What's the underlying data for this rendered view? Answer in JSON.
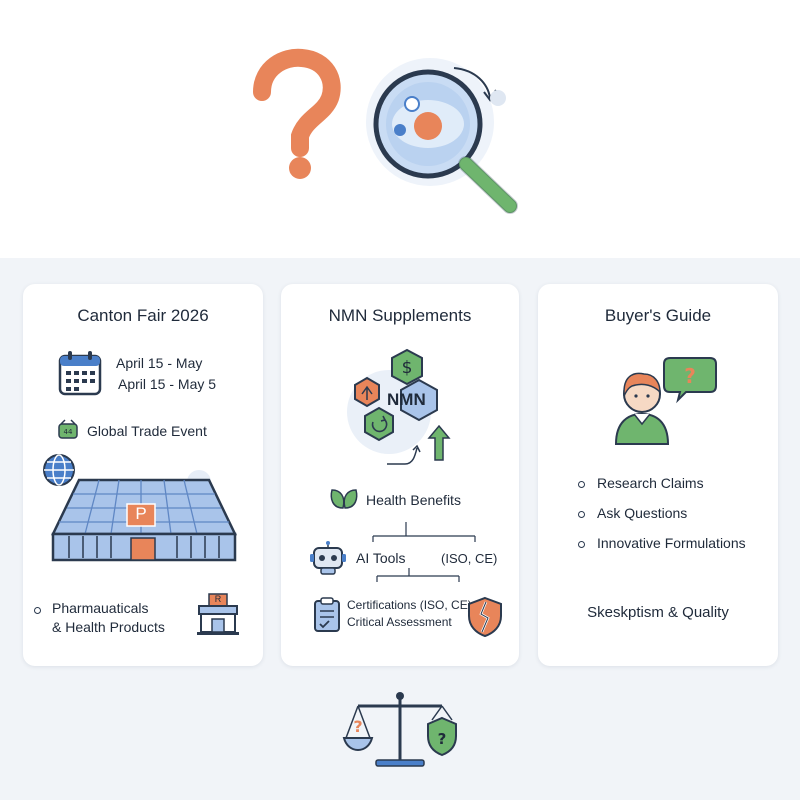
{
  "card1": {
    "title": "Canton Fair 2026",
    "date_line1": "April 15 - May",
    "date_line2": "April 15 - May 5",
    "event": "Global Trade Event",
    "building_sign": "P",
    "store_sign": "R",
    "bullet_line1": "Pharmauaticals",
    "bullet_line2": "& Health Products"
  },
  "card2": {
    "title": "NMN Supplements",
    "hex_label": "NMN",
    "health": "Health Benefits",
    "ai_tools": "AI Tools",
    "iso_ce": "(ISO, CE)",
    "cert_line1": "Certifications (ISO, CE)",
    "cert_line2": "Critical Assessment"
  },
  "card3": {
    "title": "Buyer's Guide",
    "items": [
      "Research Claims",
      "Ask Questions",
      "Innovative Formulations"
    ],
    "footer": "Skeskptism & Quality"
  },
  "colors": {
    "orange": "#e8855a",
    "blue": "#4a7fc9",
    "green": "#6fb56e",
    "navy": "#2b3a4f",
    "band": "#f1f4f8"
  }
}
